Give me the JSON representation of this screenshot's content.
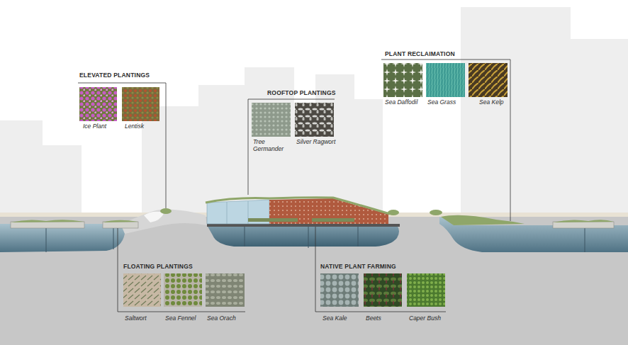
{
  "diagram": {
    "labels": [
      "ELEVATED PLANTINGS",
      "Ice Plant",
      "Lentisk",
      "ROOFTOP PLANTINGS",
      "Tree Germander",
      "Silver Ragwort",
      "PLANT RECLAIMATION",
      "Sea Daffodil",
      "Sea Grass",
      "Sea Kelp",
      "FLOATING PLANTINGS",
      "Saltwort",
      "Sea Fennel",
      "Sea Orach",
      "NATIVE PLANT FARMING",
      "Sea Kale",
      "Beets",
      "Caper Bush"
    ]
  }
}
